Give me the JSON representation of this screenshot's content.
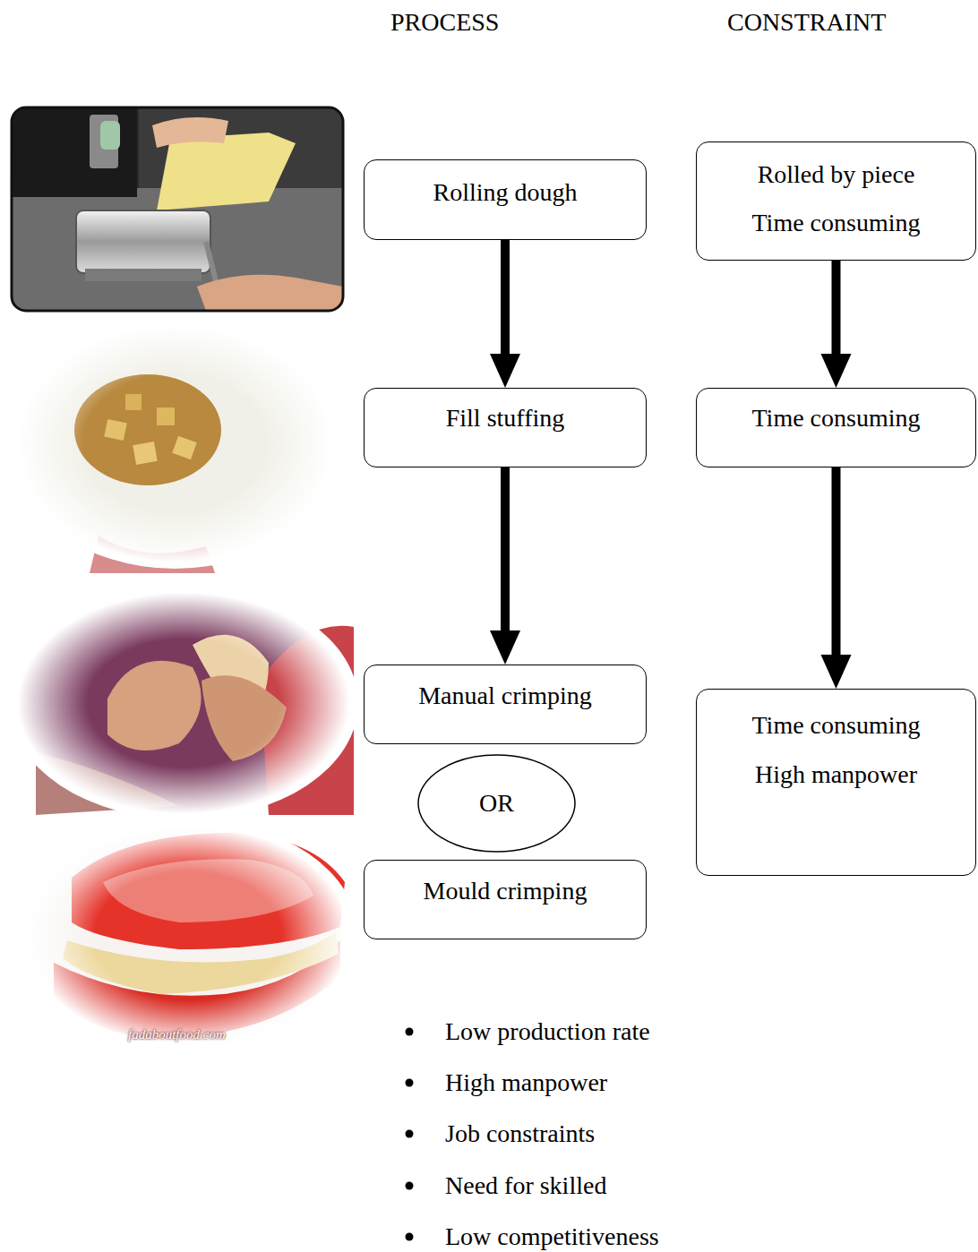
{
  "diagram": {
    "nodes": [
      {
        "text": [
          "Rolling dough"
        ]
      },
      {
        "text": [
          "Rolled by piece",
          "Time consuming"
        ]
      },
      {
        "text": [
          "Fill stuffing"
        ]
      },
      {
        "text": [
          "Time consuming"
        ]
      },
      {
        "text": [
          "Manual crimping"
        ]
      },
      {
        "text": [
          "Time consuming",
          "High manpower"
        ]
      },
      {
        "text": [
          "OR"
        ]
      },
      {
        "text": [
          "Mould crimping"
        ]
      }
    ],
    "edges": [
      {
        "from": 0,
        "to": 2,
        "arrow": "to"
      },
      {
        "from": 2,
        "to": 4,
        "arrow": "to"
      },
      {
        "from": 1,
        "to": 3,
        "arrow": "to"
      },
      {
        "from": 3,
        "to": 5,
        "arrow": "to"
      }
    ],
    "labels": [
      "PROCESS",
      "CONSTRAINT",
      "Low production rate",
      "High manpower",
      "Job constraints",
      "Need for skilled",
      "Low competitiveness",
      "fadaboutfood.com"
    ]
  }
}
